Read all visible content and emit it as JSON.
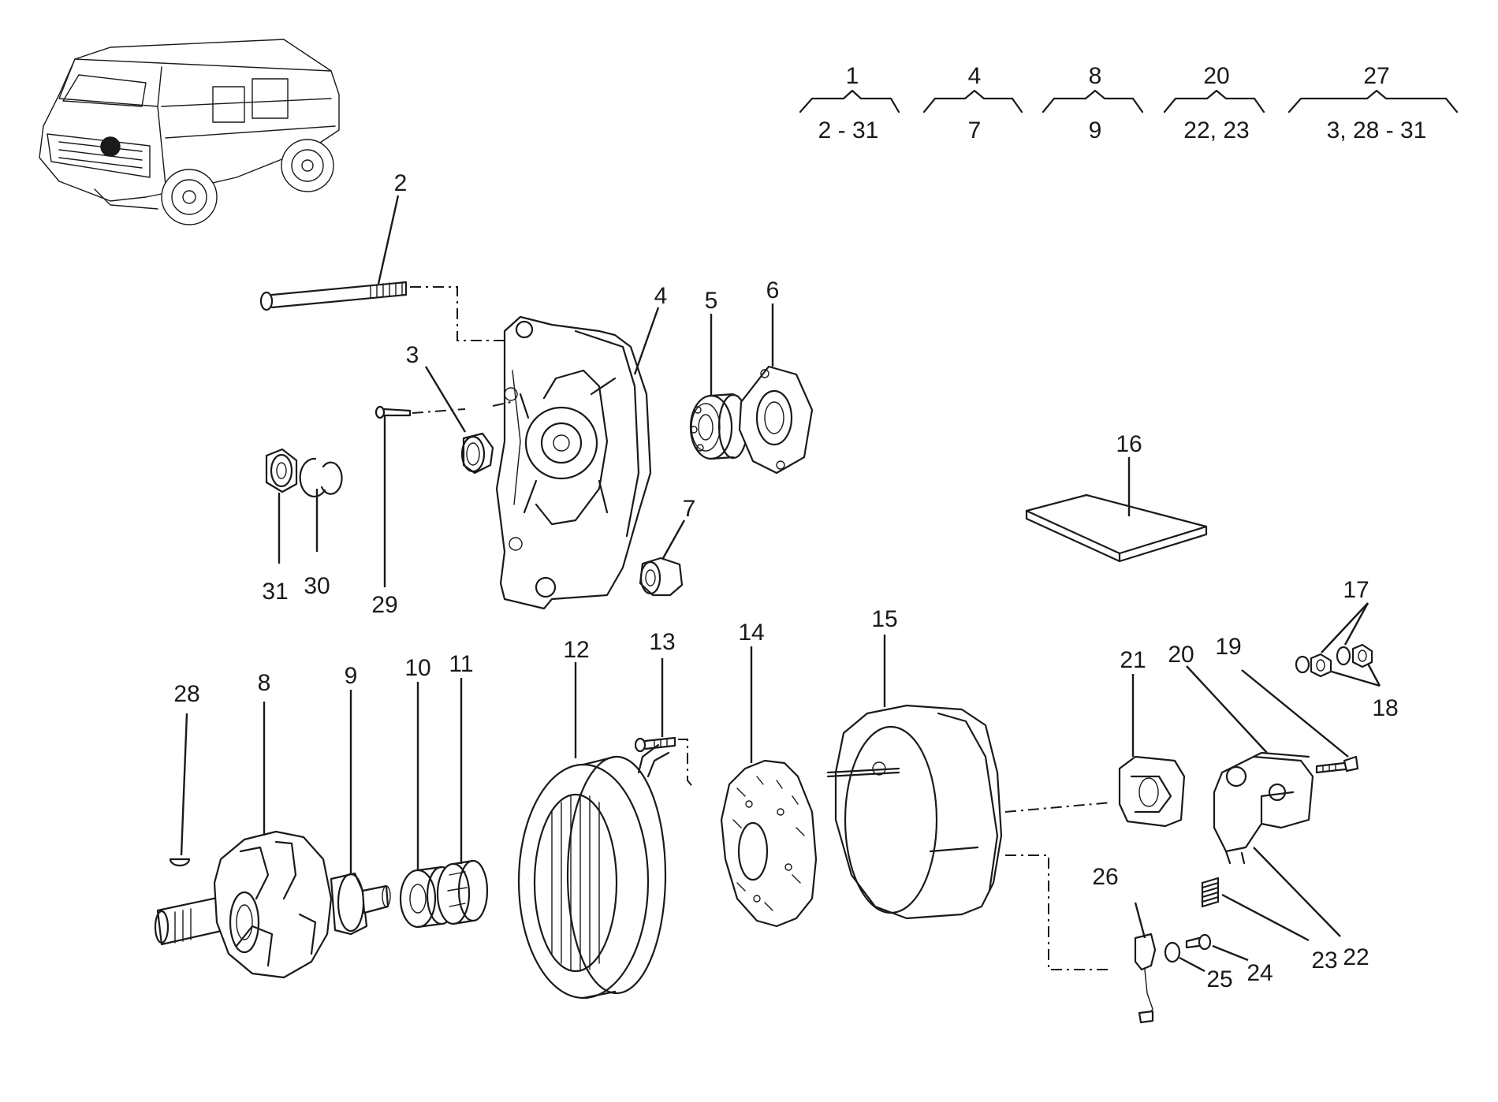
{
  "groups": [
    {
      "parent": "1",
      "children": "2 - 31"
    },
    {
      "parent": "4",
      "children": "7"
    },
    {
      "parent": "8",
      "children": "9"
    },
    {
      "parent": "20",
      "children": "22, 23"
    },
    {
      "parent": "27",
      "children": "3, 28 - 31"
    }
  ],
  "labels": {
    "p2": "2",
    "p3": "3",
    "p4": "4",
    "p5": "5",
    "p6": "6",
    "p7": "7",
    "p8": "8",
    "p9": "9",
    "p10": "10",
    "p11": "11",
    "p12": "12",
    "p13": "13",
    "p14": "14",
    "p15": "15",
    "p16": "16",
    "p17": "17",
    "p18": "18",
    "p19": "19",
    "p20": "20",
    "p21": "21",
    "p22": "22",
    "p23": "23",
    "p24": "24",
    "p25": "25",
    "p26": "26",
    "p28": "28",
    "p29": "29",
    "p30": "30",
    "p31": "31"
  },
  "colors": {
    "ink": "#1a1a1a",
    "paper": "#ffffff"
  }
}
